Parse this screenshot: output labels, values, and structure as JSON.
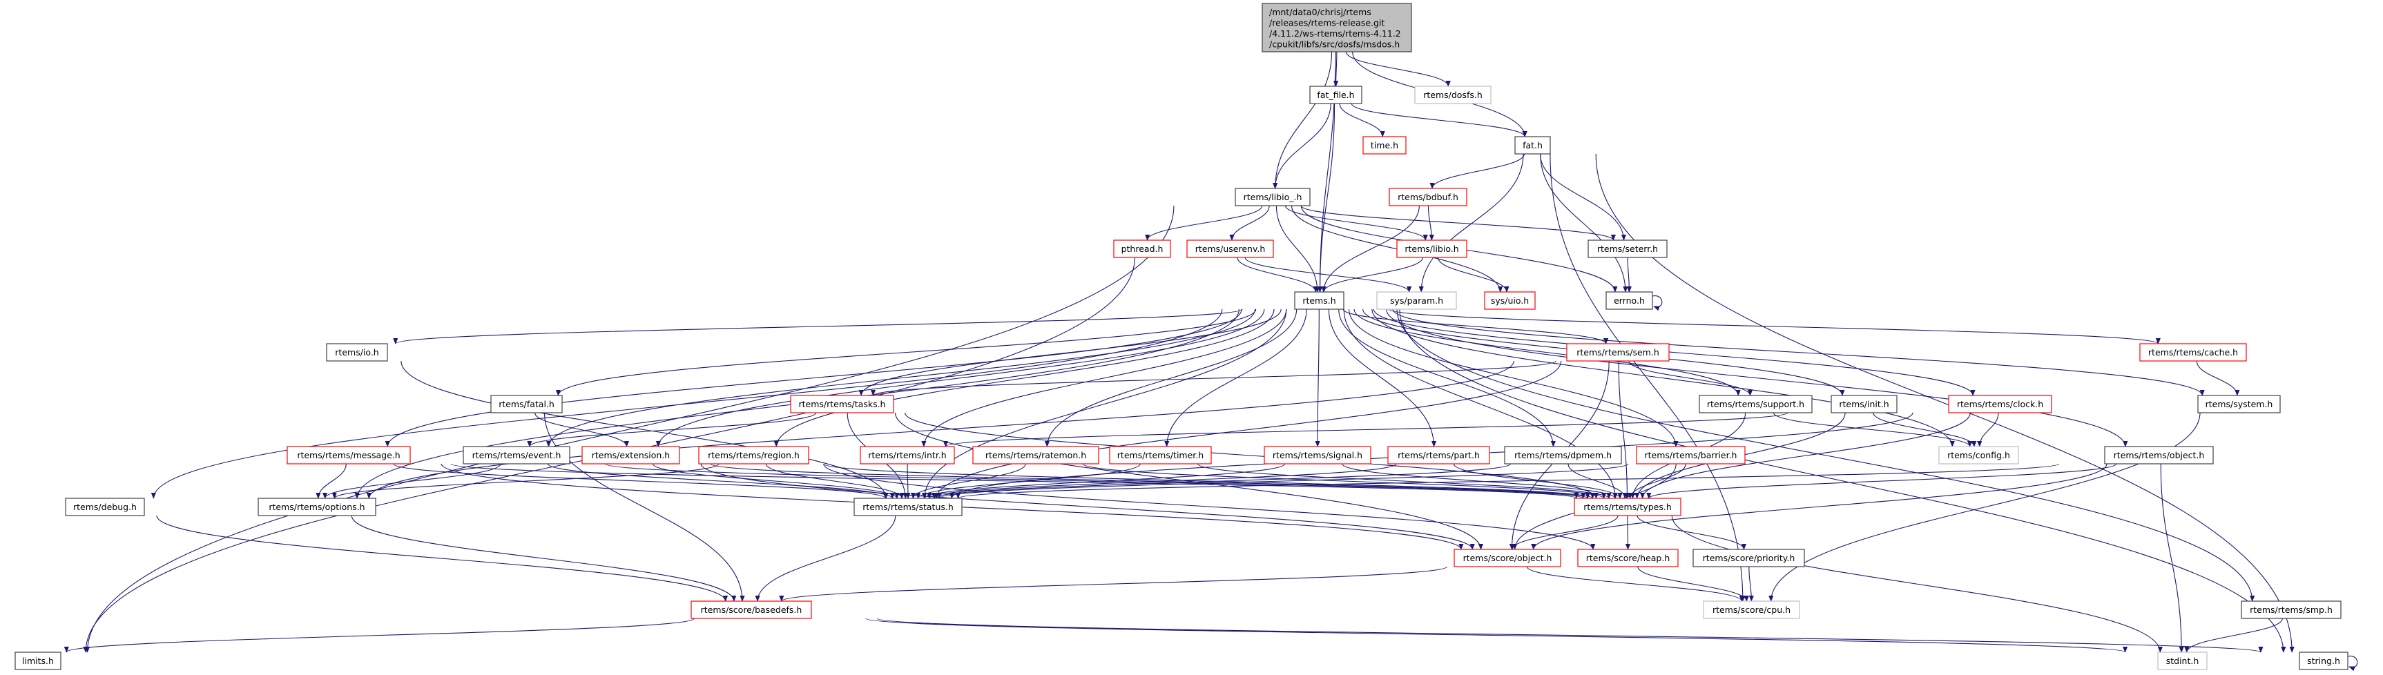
{
  "colors": {
    "edge": "#191970",
    "root_fill": "#bfbfbf",
    "documented_border": "#404040",
    "truncated_border": "#ff0000",
    "undocumented_border": "#bfbfbf"
  },
  "nodes": [
    {
      "id": "root",
      "label": "/mnt/data0/chrisj/rtems\n/releases/rtems-release.git\n/4.11.2/ws-rtems/rtems-4.11.2\n/cpukit/libfs/src/dosfs/msdos.h",
      "style": "root"
    },
    {
      "id": "fat_file",
      "label": "fat_file.h",
      "style": "black"
    },
    {
      "id": "dosfs",
      "label": "rtems/dosfs.h",
      "style": "gray"
    },
    {
      "id": "time",
      "label": "time.h",
      "style": "red"
    },
    {
      "id": "fat",
      "label": "fat.h",
      "style": "black"
    },
    {
      "id": "libio_",
      "label": "rtems/libio_.h",
      "style": "black"
    },
    {
      "id": "bdbuf",
      "label": "rtems/bdbuf.h",
      "style": "red"
    },
    {
      "id": "pthread",
      "label": "pthread.h",
      "style": "red"
    },
    {
      "id": "userenv",
      "label": "rtems/userenv.h",
      "style": "red"
    },
    {
      "id": "libio",
      "label": "rtems/libio.h",
      "style": "red"
    },
    {
      "id": "seterr",
      "label": "rtems/seterr.h",
      "style": "black"
    },
    {
      "id": "rtems",
      "label": "rtems.h",
      "style": "black"
    },
    {
      "id": "param",
      "label": "sys/param.h",
      "style": "gray"
    },
    {
      "id": "uio",
      "label": "sys/uio.h",
      "style": "red"
    },
    {
      "id": "errno",
      "label": "errno.h",
      "style": "black"
    },
    {
      "id": "io",
      "label": "rtems/io.h",
      "style": "black"
    },
    {
      "id": "sem",
      "label": "rtems/rtems/sem.h",
      "style": "red"
    },
    {
      "id": "cache",
      "label": "rtems/rtems/cache.h",
      "style": "red"
    },
    {
      "id": "fatal",
      "label": "rtems/fatal.h",
      "style": "black"
    },
    {
      "id": "tasks",
      "label": "rtems/rtems/tasks.h",
      "style": "red"
    },
    {
      "id": "support",
      "label": "rtems/rtems/support.h",
      "style": "black"
    },
    {
      "id": "init",
      "label": "rtems/init.h",
      "style": "black"
    },
    {
      "id": "clock",
      "label": "rtems/rtems/clock.h",
      "style": "red"
    },
    {
      "id": "system",
      "label": "rtems/system.h",
      "style": "black"
    },
    {
      "id": "message",
      "label": "rtems/rtems/message.h",
      "style": "red"
    },
    {
      "id": "event",
      "label": "rtems/rtems/event.h",
      "style": "black"
    },
    {
      "id": "extension",
      "label": "rtems/extension.h",
      "style": "red"
    },
    {
      "id": "region",
      "label": "rtems/rtems/region.h",
      "style": "red"
    },
    {
      "id": "intr",
      "label": "rtems/rtems/intr.h",
      "style": "red"
    },
    {
      "id": "ratemon",
      "label": "rtems/rtems/ratemon.h",
      "style": "red"
    },
    {
      "id": "timer",
      "label": "rtems/rtems/timer.h",
      "style": "red"
    },
    {
      "id": "signal",
      "label": "rtems/rtems/signal.h",
      "style": "red"
    },
    {
      "id": "part",
      "label": "rtems/rtems/part.h",
      "style": "red"
    },
    {
      "id": "dpmem",
      "label": "rtems/rtems/dpmem.h",
      "style": "black"
    },
    {
      "id": "barrier",
      "label": "rtems/rtems/barrier.h",
      "style": "red"
    },
    {
      "id": "config",
      "label": "rtems/config.h",
      "style": "gray"
    },
    {
      "id": "object",
      "label": "rtems/rtems/object.h",
      "style": "black"
    },
    {
      "id": "debug",
      "label": "rtems/debug.h",
      "style": "black"
    },
    {
      "id": "options",
      "label": "rtems/rtems/options.h",
      "style": "black"
    },
    {
      "id": "status",
      "label": "rtems/rtems/status.h",
      "style": "black"
    },
    {
      "id": "types",
      "label": "rtems/rtems/types.h",
      "style": "red"
    },
    {
      "id": "sobject",
      "label": "rtems/score/object.h",
      "style": "red"
    },
    {
      "id": "heap",
      "label": "rtems/score/heap.h",
      "style": "red"
    },
    {
      "id": "priority",
      "label": "rtems/score/priority.h",
      "style": "black"
    },
    {
      "id": "basedefs",
      "label": "rtems/score/basedefs.h",
      "style": "red"
    },
    {
      "id": "cpu",
      "label": "rtems/score/cpu.h",
      "style": "gray"
    },
    {
      "id": "smp",
      "label": "rtems/rtems/smp.h",
      "style": "black"
    },
    {
      "id": "limits",
      "label": "limits.h",
      "style": "black"
    },
    {
      "id": "stdint",
      "label": "stdint.h",
      "style": "gray"
    },
    {
      "id": "string",
      "label": "string.h",
      "style": "black"
    }
  ],
  "edges": [
    [
      "root",
      "rtems"
    ],
    [
      "root",
      "libio_"
    ],
    [
      "root",
      "fat_file"
    ],
    [
      "root",
      "fat"
    ],
    [
      "root",
      "dosfs"
    ],
    [
      "fat_file",
      "libio_"
    ],
    [
      "fat_file",
      "rtems"
    ],
    [
      "fat_file",
      "time"
    ],
    [
      "fat_file",
      "fat"
    ],
    [
      "fat",
      "bdbuf"
    ],
    [
      "fat",
      "param"
    ],
    [
      "fat",
      "seterr"
    ],
    [
      "fat",
      "errno"
    ],
    [
      "fat",
      "string"
    ],
    [
      "fat",
      "cpu"
    ],
    [
      "libio_",
      "limits"
    ],
    [
      "libio_",
      "pthread"
    ],
    [
      "libio_",
      "userenv"
    ],
    [
      "libio_",
      "rtems"
    ],
    [
      "libio_",
      "libio"
    ],
    [
      "libio_",
      "seterr"
    ],
    [
      "libio_",
      "errno"
    ],
    [
      "libio_",
      "uio"
    ],
    [
      "bdbuf",
      "libio"
    ],
    [
      "bdbuf",
      "rtems"
    ],
    [
      "userenv",
      "limits"
    ],
    [
      "userenv",
      "rtems"
    ],
    [
      "userenv",
      "param"
    ],
    [
      "libio",
      "rtems"
    ],
    [
      "libio",
      "uio"
    ],
    [
      "seterr",
      "errno"
    ],
    [
      "errno",
      "errno"
    ],
    [
      "rtems",
      "io"
    ],
    [
      "rtems",
      "fatal"
    ],
    [
      "rtems",
      "tasks"
    ],
    [
      "rtems",
      "sem"
    ],
    [
      "rtems",
      "message"
    ],
    [
      "rtems",
      "event"
    ],
    [
      "rtems",
      "extension"
    ],
    [
      "rtems",
      "region"
    ],
    [
      "rtems",
      "intr"
    ],
    [
      "rtems",
      "ratemon"
    ],
    [
      "rtems",
      "timer"
    ],
    [
      "rtems",
      "signal"
    ],
    [
      "rtems",
      "part"
    ],
    [
      "rtems",
      "dpmem"
    ],
    [
      "rtems",
      "barrier"
    ],
    [
      "rtems",
      "support"
    ],
    [
      "rtems",
      "init"
    ],
    [
      "rtems",
      "clock"
    ],
    [
      "rtems",
      "cache"
    ],
    [
      "rtems",
      "system"
    ],
    [
      "rtems",
      "object"
    ],
    [
      "rtems",
      "config"
    ],
    [
      "rtems",
      "types"
    ],
    [
      "rtems",
      "status"
    ],
    [
      "rtems",
      "options"
    ],
    [
      "rtems",
      "debug"
    ],
    [
      "rtems",
      "smp"
    ],
    [
      "rtems",
      "string"
    ],
    [
      "io",
      "status"
    ],
    [
      "fatal",
      "extension"
    ],
    [
      "fatal",
      "basedefs"
    ],
    [
      "sem",
      "tasks"
    ],
    [
      "sem",
      "support"
    ],
    [
      "sem",
      "types"
    ],
    [
      "sem",
      "options"
    ],
    [
      "sem",
      "sobject"
    ],
    [
      "sem",
      "status"
    ],
    [
      "cache",
      "system"
    ],
    [
      "tasks",
      "event"
    ],
    [
      "tasks",
      "status"
    ],
    [
      "tasks",
      "types"
    ],
    [
      "tasks",
      "sobject"
    ],
    [
      "support",
      "types"
    ],
    [
      "support",
      "config"
    ],
    [
      "init",
      "types"
    ],
    [
      "init",
      "config"
    ],
    [
      "init",
      "intr"
    ],
    [
      "clock",
      "config"
    ],
    [
      "clock",
      "types"
    ],
    [
      "clock",
      "status"
    ],
    [
      "system",
      "cpu"
    ],
    [
      "message",
      "options"
    ],
    [
      "message",
      "status"
    ],
    [
      "message",
      "types"
    ],
    [
      "message",
      "sobject"
    ],
    [
      "event",
      "options"
    ],
    [
      "event",
      "status"
    ],
    [
      "event",
      "types"
    ],
    [
      "extension",
      "status"
    ],
    [
      "extension",
      "types"
    ],
    [
      "extension",
      "sobject"
    ],
    [
      "region",
      "options"
    ],
    [
      "region",
      "status"
    ],
    [
      "region",
      "types"
    ],
    [
      "region",
      "heap"
    ],
    [
      "intr",
      "status"
    ],
    [
      "ratemon",
      "status"
    ],
    [
      "ratemon",
      "types"
    ],
    [
      "timer",
      "status"
    ],
    [
      "timer",
      "types"
    ],
    [
      "signal",
      "status"
    ],
    [
      "signal",
      "types"
    ],
    [
      "part",
      "status"
    ],
    [
      "part",
      "types"
    ],
    [
      "dpmem",
      "status"
    ],
    [
      "dpmem",
      "types"
    ],
    [
      "barrier",
      "status"
    ],
    [
      "barrier",
      "types"
    ],
    [
      "barrier",
      "sobject"
    ],
    [
      "object",
      "types"
    ],
    [
      "object",
      "status"
    ],
    [
      "object",
      "stdint"
    ],
    [
      "object",
      "sobject"
    ],
    [
      "debug",
      "basedefs"
    ],
    [
      "options",
      "basedefs"
    ],
    [
      "status",
      "basedefs"
    ],
    [
      "types",
      "sobject"
    ],
    [
      "types",
      "heap"
    ],
    [
      "types",
      "priority"
    ],
    [
      "types",
      "stdint"
    ],
    [
      "sobject",
      "basedefs"
    ],
    [
      "sobject",
      "cpu"
    ],
    [
      "heap",
      "cpu"
    ],
    [
      "priority",
      "cpu"
    ],
    [
      "basedefs",
      "limits"
    ],
    [
      "basedefs",
      "stdint"
    ],
    [
      "basedefs",
      "string"
    ],
    [
      "smp",
      "stdint"
    ],
    [
      "string",
      "string"
    ]
  ]
}
